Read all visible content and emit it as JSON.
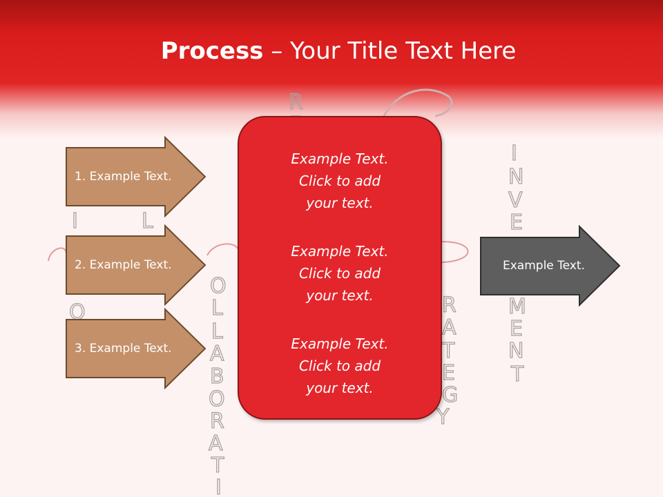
{
  "slide": {
    "title_bold": "Process",
    "title_rest": " – Your Title Text Here",
    "left_arrows": [
      {
        "label": "1. Example Text."
      },
      {
        "label": "2. Example Text."
      },
      {
        "label": "3. Example Text."
      }
    ],
    "center_paragraphs": [
      "Example Text.\nClick  to add\nyour text.",
      "Example Text.\nClick  to add\nyour text.",
      "Example Text.\nClick  to add\nyour text."
    ],
    "right_arrow": {
      "label": "Example Text."
    }
  },
  "colors": {
    "accent": "#e3262c",
    "left_arrow_fill": "#c49069",
    "right_arrow_fill": "#5e5e5e"
  }
}
